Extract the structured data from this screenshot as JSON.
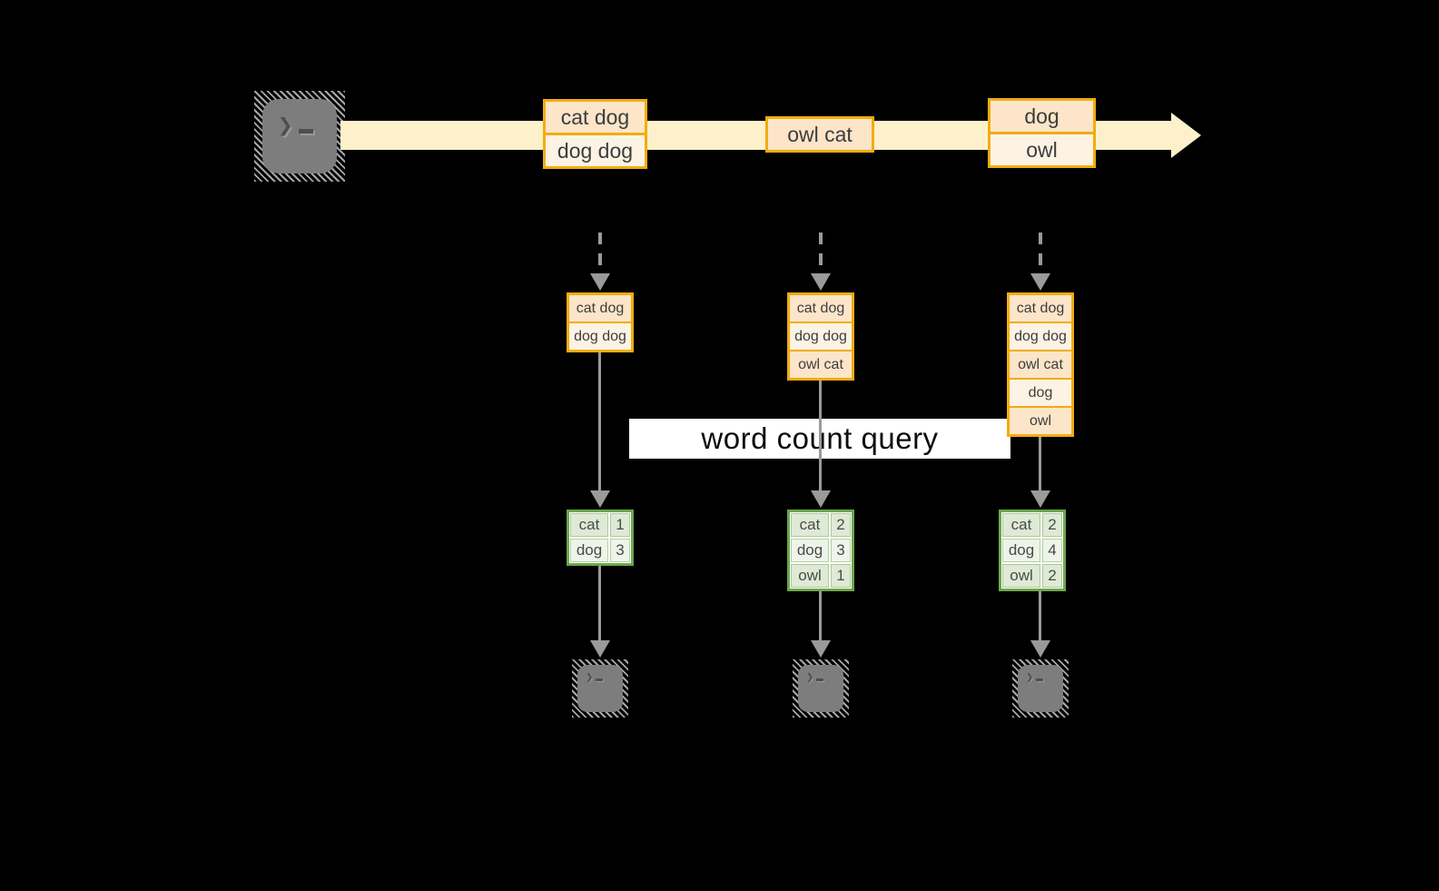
{
  "canvas": {
    "background": "#000000"
  },
  "stream": {
    "source_terminal": {
      "icon": "terminal-icon"
    },
    "event_boxes": [
      {
        "rows": [
          "cat dog",
          "dog dog"
        ]
      },
      {
        "rows": [
          "owl cat"
        ]
      },
      {
        "rows": [
          "dog",
          "owl"
        ]
      }
    ]
  },
  "query_banner": {
    "label": "word count query",
    "background": "#FFFFFF"
  },
  "pipelines": [
    {
      "buffer": {
        "rows": [
          "cat dog",
          "dog dog"
        ]
      },
      "count_table": {
        "rows": [
          [
            "cat",
            "1"
          ],
          [
            "dog",
            "3"
          ]
        ]
      },
      "sink_terminal": {
        "icon": "terminal-icon"
      }
    },
    {
      "buffer": {
        "rows": [
          "cat dog",
          "dog dog",
          "owl cat"
        ]
      },
      "count_table": {
        "rows": [
          [
            "cat",
            "2"
          ],
          [
            "dog",
            "3"
          ],
          [
            "owl",
            "1"
          ]
        ]
      },
      "sink_terminal": {
        "icon": "terminal-icon"
      }
    },
    {
      "buffer": {
        "rows": [
          "cat dog",
          "dog dog",
          "owl cat",
          "dog",
          "owl"
        ]
      },
      "count_table": {
        "rows": [
          [
            "cat",
            "2"
          ],
          [
            "dog",
            "4"
          ],
          [
            "owl",
            "2"
          ]
        ]
      },
      "sink_terminal": {
        "icon": "terminal-icon"
      }
    }
  ],
  "colors": {
    "accent_gold": "#F2AC0F",
    "fill_peach": "#FCE5C9",
    "fill_peach_light": "#FDF3E4",
    "table_green": "#6CA64C",
    "fill_green": "#DFEAD6",
    "fill_green_light": "#EEF4E9",
    "arrow_gray": "#9A9A9A",
    "terminal_gray": "#7D7D7D",
    "stream_cream": "#FCF1CB",
    "banner_bg": "#FFFFFF"
  }
}
